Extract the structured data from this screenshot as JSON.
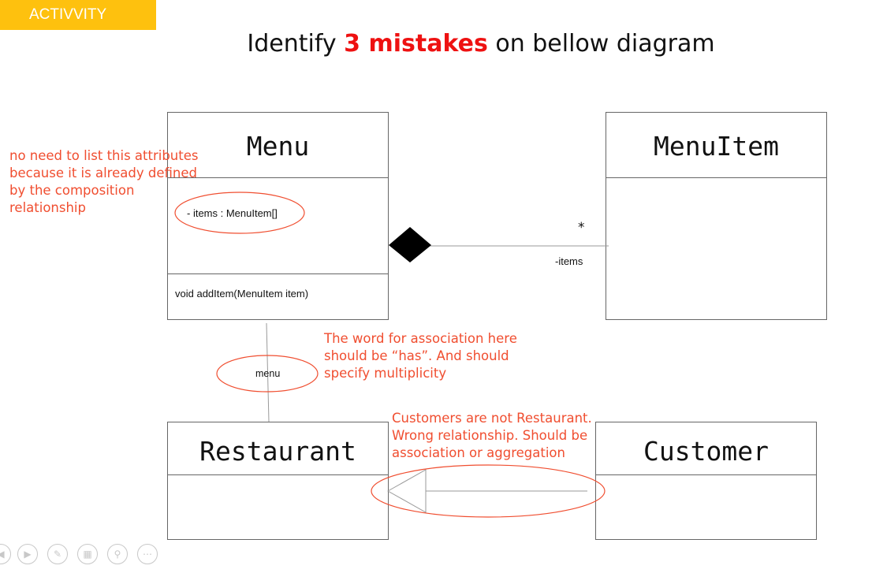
{
  "badge": {
    "label": "ACTIVVITY"
  },
  "title": {
    "prefix": "Identify ",
    "highlight": "3 mistakes",
    "suffix": " on bellow diagram"
  },
  "classes": {
    "menu": {
      "name": "Menu",
      "attribute": "- items : MenuItem[]",
      "method": "void addItem(MenuItem item)"
    },
    "menu_item": {
      "name": "MenuItem"
    },
    "restaurant": {
      "name": "Restaurant"
    },
    "customer": {
      "name": "Customer"
    }
  },
  "relations": {
    "composition": {
      "multiplicity": "*",
      "role": "-items"
    },
    "association": {
      "role": "menu"
    },
    "generalization": {}
  },
  "notes": {
    "attribute_note": [
      "no need to list this attributes",
      "because it is already defined",
      "by the composition",
      "relationship"
    ],
    "association_note": [
      "The word for association here",
      "should be “has”. And should",
      "specify multiplicity"
    ],
    "inheritance_note": [
      "Customers are not Restaurant.",
      "Wrong relationship. Should be",
      "association or aggregation"
    ]
  },
  "colors": {
    "badge": "#fec10e",
    "highlight": "#ee1111",
    "annotation": "#f04e30"
  },
  "controls": [
    {
      "icon": "back-icon"
    },
    {
      "icon": "play-icon"
    },
    {
      "icon": "pen-icon"
    },
    {
      "icon": "slides-icon"
    },
    {
      "icon": "zoom-icon"
    },
    {
      "icon": "more-icon"
    }
  ]
}
